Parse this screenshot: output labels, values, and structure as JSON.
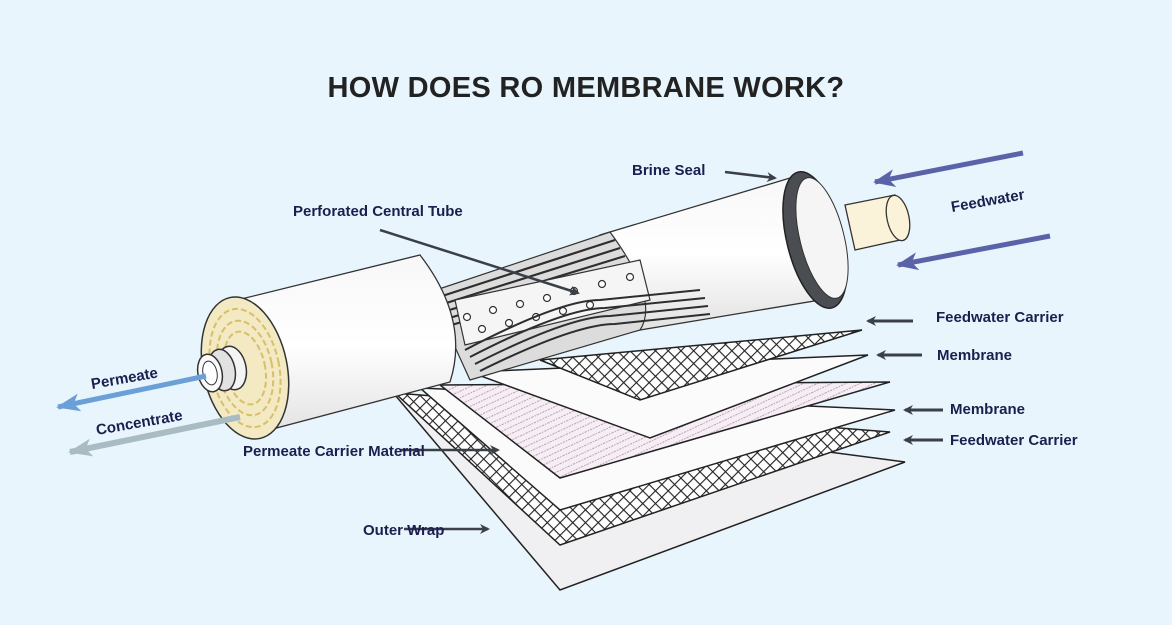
{
  "title": "HOW DOES RO MEMBRANE WORK?",
  "colors": {
    "background": "#e8f5fd",
    "label_text": "#1b1f4f",
    "title_text": "#222222",
    "feedwater_arrow": "#5b63a8",
    "permeate_arrow": "#6a9fd8",
    "concentrate_arrow": "#a9bcc4",
    "pointer_arrow": "#3a3f48",
    "brine_seal": "#4a4d52",
    "core_fill": "#e9d9a0"
  },
  "labels": {
    "brine_seal": "Brine Seal",
    "feedwater": "Feedwater",
    "perforated_central_tube": "Perforated Central Tube",
    "feedwater_carrier_top": "Feedwater Carrier",
    "membrane_top": "Membrane",
    "membrane_bottom": "Membrane",
    "feedwater_carrier_bottom": "Feedwater Carrier",
    "permeate": "Permeate",
    "concentrate": "Concentrate",
    "permeate_carrier_material": "Permeate Carrier Material",
    "outer_wrap": "Outer Wrap"
  }
}
